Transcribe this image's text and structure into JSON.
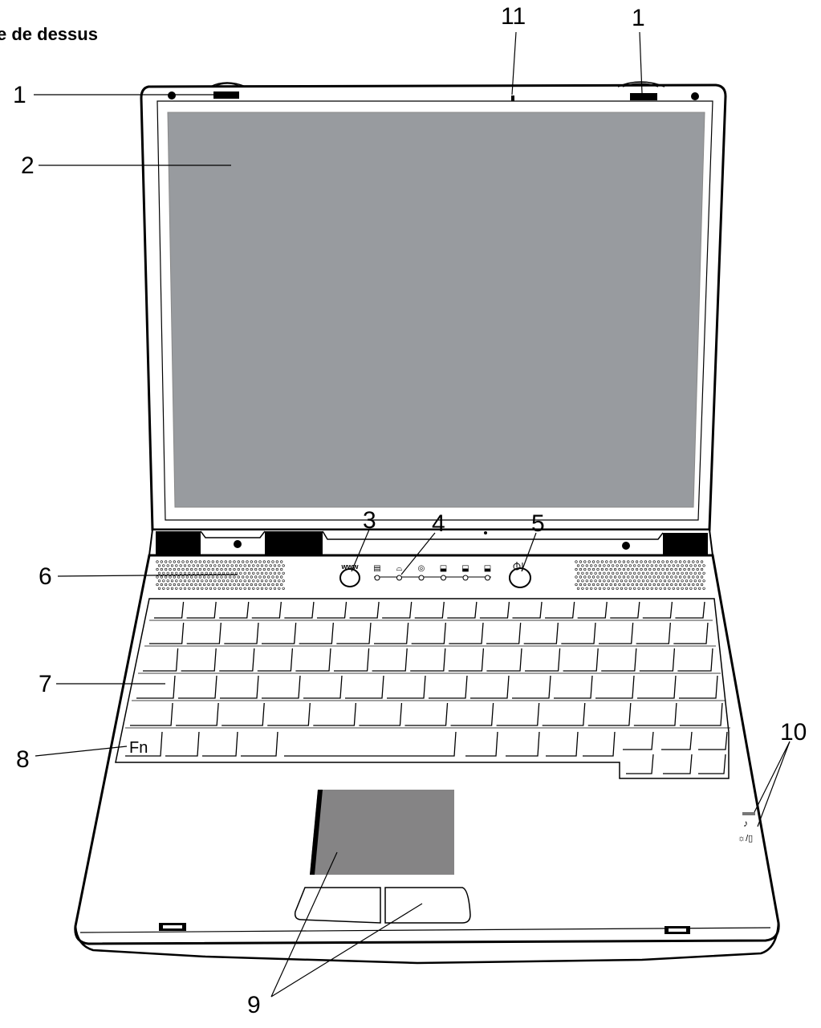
{
  "heading": "e de dessus",
  "callouts": {
    "c1_left": "1",
    "c1_right": "1",
    "c2": "2",
    "c3": "3",
    "c4": "4",
    "c5": "5",
    "c6": "6",
    "c7": "7",
    "c8": "8",
    "c9": "9",
    "c10": "10",
    "c11": "11"
  },
  "key_fn": "Fn",
  "button_www": "www",
  "colors": {
    "screen": "#989b9f",
    "touchpad": "#858485",
    "outline": "#000000",
    "body": "#ffffff",
    "hinge": "#000000"
  }
}
